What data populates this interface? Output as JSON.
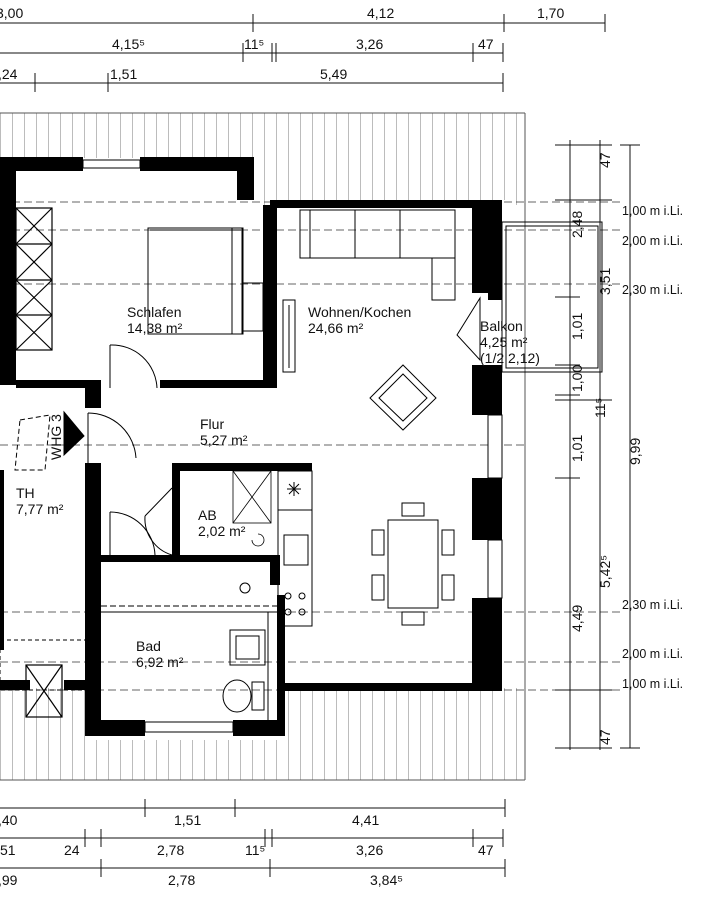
{
  "top_dims": {
    "row1": [
      "3,00",
      "4,12",
      "1,70"
    ],
    "row2": [
      "4,15⁵",
      "11⁵",
      "3,26",
      "47"
    ],
    "row3": [
      ",24",
      "1,51",
      "5,49"
    ]
  },
  "bottom_dims": {
    "row1": [
      ",40",
      "1,51",
      "4,41"
    ],
    "row2": [
      "51",
      "24",
      "2,78",
      "11⁵",
      "3,26",
      "47"
    ],
    "row3": [
      ",99",
      "2,78",
      "3,84⁵"
    ]
  },
  "right_dims": {
    "inner": [
      "2,48",
      "3,51",
      "1,01",
      "1,00",
      "11⁵",
      "1,01",
      "5,42⁵",
      "4,49"
    ],
    "outer": [
      "47",
      "9,99",
      "47"
    ]
  },
  "height_marks": [
    "1,00 m i.Li.",
    "2,00 m i.Li.",
    "2,30 m i.Li.",
    "2,30 m i.Li.",
    "2,00 m i.Li.",
    "1,00 m i.Li."
  ],
  "rooms": {
    "schlafen": {
      "name": "Schlafen",
      "area": "14,38 m²"
    },
    "wohnen": {
      "name": "Wohnen/Kochen",
      "area": "24,66 m²"
    },
    "balkon": {
      "name": "Balkon",
      "area": "4,25 m²",
      "note": "(1/2 2,12)"
    },
    "flur": {
      "name": "Flur",
      "area": "5,27 m²"
    },
    "th": {
      "name": "TH",
      "area": "7,77 m²"
    },
    "ab": {
      "name": "AB",
      "area": "2,02 m²"
    },
    "bad": {
      "name": "Bad",
      "area": "6,92 m²"
    }
  },
  "unit_label": "WHG 3"
}
